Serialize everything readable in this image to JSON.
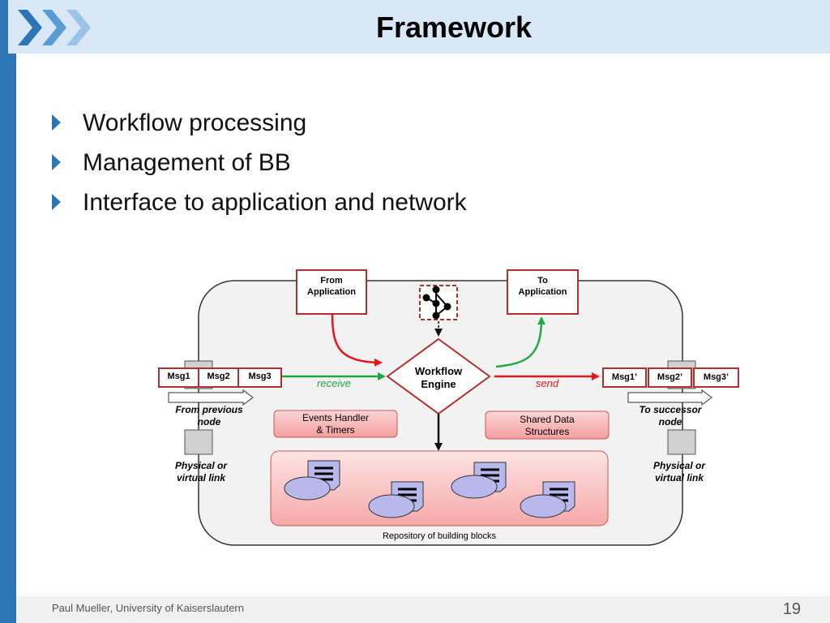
{
  "header": {
    "title": "Framework",
    "chevron_colors": [
      "#2e75b6",
      "#5b9bd5",
      "#9dc3e6"
    ]
  },
  "bullets": [
    "Workflow processing",
    "Management of BB",
    "Interface to application and network"
  ],
  "diagram": {
    "from_application": "From\nApplication",
    "to_application": "To\nApplication",
    "workflow_engine": "Workflow\nEngine",
    "receive_label": "receive",
    "send_label": "send",
    "incoming_messages": [
      "Msg1",
      "Msg2",
      "Msg3"
    ],
    "outgoing_messages": [
      "Msg1’",
      "Msg2’",
      "Msg3’"
    ],
    "from_previous_node": "From previous\nnode",
    "to_successor_node": "To successor\nnode",
    "physical_link_left": "Physical or\nvirtual link",
    "physical_link_right": "Physical or\nvirtual link",
    "events_handler": "Events Handler\n& Timers",
    "shared_data": "Shared Data\nStructures",
    "repository_label": "Repository of building blocks",
    "colors": {
      "receive_arrow": "#22aa44",
      "send_arrow": "#e8141c",
      "box_border": "#b03030",
      "pink_fill": "#f7b8b8",
      "lavender": "#b8b8ec"
    }
  },
  "footer": {
    "author": "Paul Mueller, University of Kaiserslautern",
    "page": "19"
  }
}
